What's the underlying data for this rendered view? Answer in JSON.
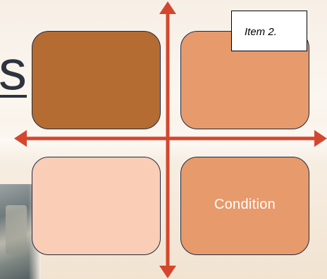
{
  "background_text": "s",
  "quadrants": [
    {
      "label": "",
      "color": "#b46c32"
    },
    {
      "label": "",
      "color": "#e79a6c"
    },
    {
      "label": "",
      "color": "#f9cdb6"
    },
    {
      "label": "Condition",
      "color": "#e79a6c"
    }
  ],
  "callout": {
    "text": "Item 2."
  },
  "colors": {
    "axis": "#d4472e",
    "outline": "#1f2a44"
  }
}
